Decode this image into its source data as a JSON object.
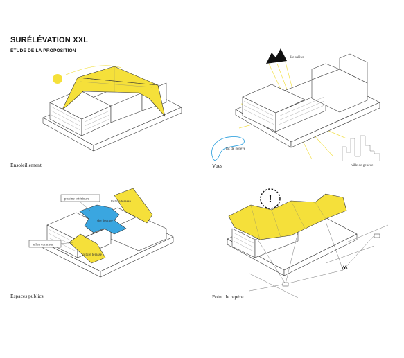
{
  "header": {
    "title": "SURÉLÉVATION XXL",
    "subtitle": "ÉTUDE DE LA PROPOSITION"
  },
  "panels": {
    "sun": {
      "caption": "Ensoleillement"
    },
    "views": {
      "caption": "Vues",
      "labels": {
        "saleve": "Le salève",
        "lac": "lac de genève",
        "ville": "ville de genève"
      }
    },
    "public": {
      "caption": "Espaces publics",
      "labels": {
        "piscine": "piscine intérieure",
        "toiture1": "toiture terasse",
        "sky": "sky lounge",
        "salon": "salon commun",
        "toiture2": "toiture terasse"
      }
    },
    "landmark": {
      "caption": "Point de repère",
      "icon_symbol": "!"
    }
  },
  "colors": {
    "accent_yellow": "#f5e03a",
    "accent_blue": "#3aa6e0",
    "line": "#333333"
  }
}
